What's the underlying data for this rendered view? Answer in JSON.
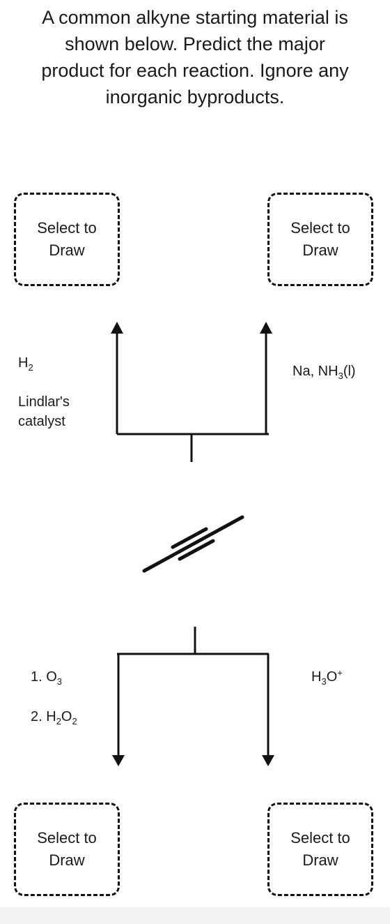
{
  "question": {
    "line1": "A common alkyne starting material is",
    "line2": "shown below. Predict the major",
    "line3": "product for each reaction. Ignore any",
    "line4": "inorganic byproducts."
  },
  "boxes": {
    "top_left": "Select to Draw",
    "top_right": "Select to Draw",
    "bottom_left": "Select to Draw",
    "bottom_right": "Select to Draw"
  },
  "reagents": {
    "top_left": {
      "h": "H",
      "h_sub": "2",
      "catalyst_line1": "Lindlar's",
      "catalyst_line2": "catalyst"
    },
    "top_right": {
      "text": "Na, NH",
      "sub": "3",
      "suffix": "(l)"
    },
    "bottom_left": {
      "step1_prefix": "1. O",
      "step1_sub": "3",
      "step2_prefix": "2. H",
      "step2_sub1": "2",
      "step2_mid": "O",
      "step2_sub2": "2"
    },
    "bottom_right": {
      "h": "H",
      "h_sub": "3",
      "o": "O",
      "sup": "+"
    }
  }
}
